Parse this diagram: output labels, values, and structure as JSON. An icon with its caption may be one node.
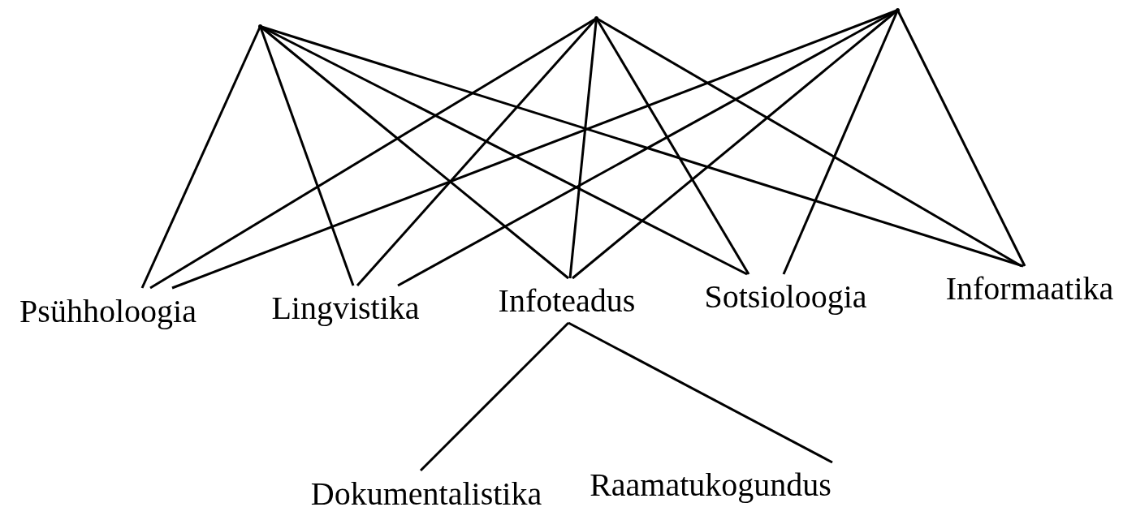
{
  "diagram": {
    "nodes": [
      {
        "text": [],
        "shape": "point"
      },
      {
        "text": [],
        "shape": "point"
      },
      {
        "text": [],
        "shape": "point"
      },
      {
        "text": [
          "Psühholoogia"
        ]
      },
      {
        "text": [
          "Lingvistika"
        ]
      },
      {
        "text": [
          "Infoteadus"
        ]
      },
      {
        "text": [
          "Sotsioloogia"
        ]
      },
      {
        "text": [
          "Informaatika"
        ]
      },
      {
        "text": [
          "Dokumentalistika"
        ]
      },
      {
        "text": [
          "Raamatukogundus"
        ]
      }
    ],
    "edges": [
      {
        "from": 0,
        "to": 3,
        "arrow": "none"
      },
      {
        "from": 0,
        "to": 4,
        "arrow": "none"
      },
      {
        "from": 0,
        "to": 5,
        "arrow": "none"
      },
      {
        "from": 0,
        "to": 6,
        "arrow": "none"
      },
      {
        "from": 0,
        "to": 7,
        "arrow": "none"
      },
      {
        "from": 1,
        "to": 3,
        "arrow": "none"
      },
      {
        "from": 1,
        "to": 4,
        "arrow": "none"
      },
      {
        "from": 1,
        "to": 5,
        "arrow": "none"
      },
      {
        "from": 1,
        "to": 6,
        "arrow": "none"
      },
      {
        "from": 1,
        "to": 7,
        "arrow": "none"
      },
      {
        "from": 2,
        "to": 3,
        "arrow": "none"
      },
      {
        "from": 2,
        "to": 4,
        "arrow": "none"
      },
      {
        "from": 2,
        "to": 5,
        "arrow": "none"
      },
      {
        "from": 2,
        "to": 6,
        "arrow": "none"
      },
      {
        "from": 2,
        "to": 7,
        "arrow": "none"
      },
      {
        "from": 5,
        "to": 8,
        "arrow": "none"
      },
      {
        "from": 5,
        "to": 9,
        "arrow": "none"
      }
    ]
  }
}
